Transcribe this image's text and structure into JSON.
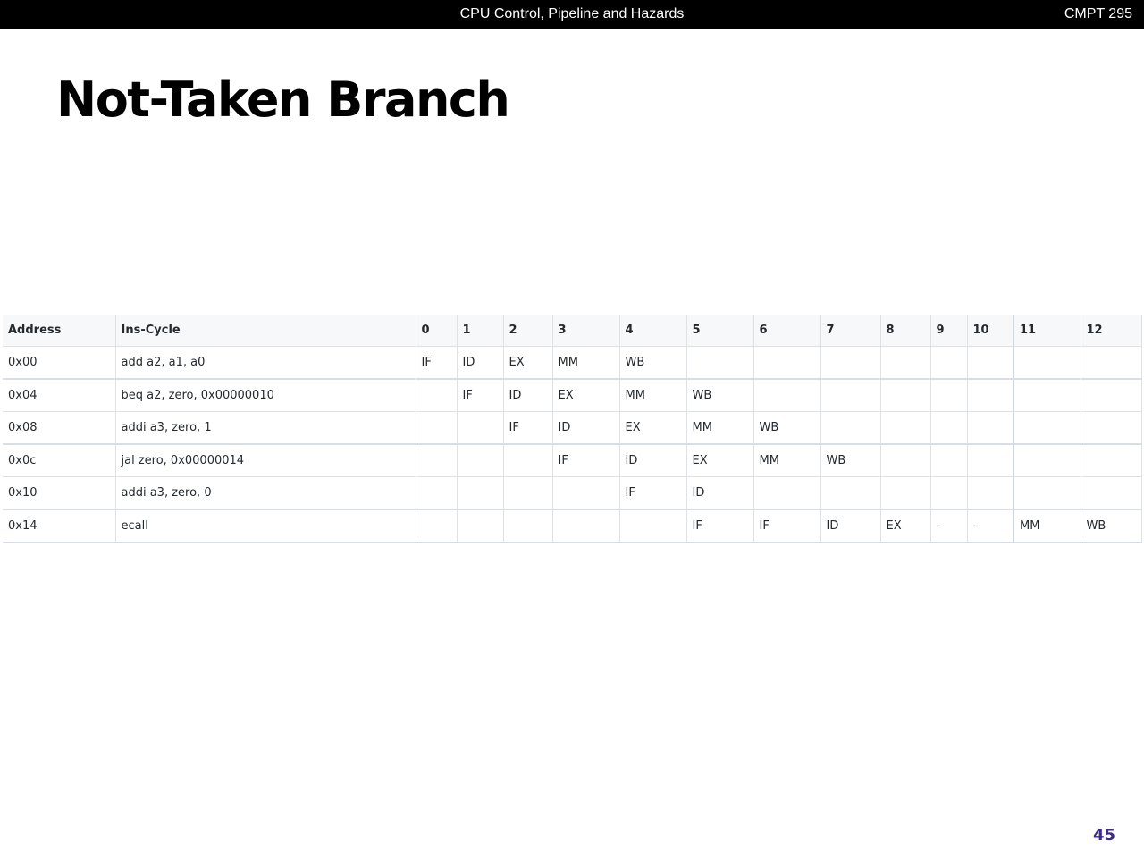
{
  "header": {
    "center_title": "CPU Control, Pipeline and Hazards",
    "course": "CMPT 295"
  },
  "slide": {
    "title": "Not-Taken Branch",
    "page_number": "45"
  },
  "table": {
    "headers": [
      "Address",
      "Ins-Cycle",
      "0",
      "1",
      "2",
      "3",
      "4",
      "5",
      "6",
      "7",
      "8",
      "9",
      "10",
      "11",
      "12"
    ],
    "rows": [
      [
        "0x00",
        "add a2, a1, a0",
        "IF",
        "ID",
        "EX",
        "MM",
        "WB",
        "",
        "",
        "",
        "",
        "",
        "",
        "",
        ""
      ],
      [
        "0x04",
        "beq a2, zero, 0x00000010",
        "",
        "IF",
        "ID",
        "EX",
        "MM",
        "WB",
        "",
        "",
        "",
        "",
        "",
        "",
        ""
      ],
      [
        "0x08",
        "addi a3, zero, 1",
        "",
        "",
        "IF",
        "ID",
        "EX",
        "MM",
        "WB",
        "",
        "",
        "",
        "",
        "",
        ""
      ],
      [
        "0x0c",
        "jal zero, 0x00000014",
        "",
        "",
        "",
        "IF",
        "ID",
        "EX",
        "MM",
        "WB",
        "",
        "",
        "",
        "",
        ""
      ],
      [
        "0x10",
        "addi a3, zero, 0",
        "",
        "",
        "",
        "",
        "IF",
        "ID",
        "",
        "",
        "",
        "",
        "",
        "",
        ""
      ],
      [
        "0x14",
        "ecall",
        "",
        "",
        "",
        "",
        "",
        "IF",
        "IF",
        "ID",
        "EX",
        "-",
        "-",
        "MM",
        "WB"
      ]
    ]
  }
}
